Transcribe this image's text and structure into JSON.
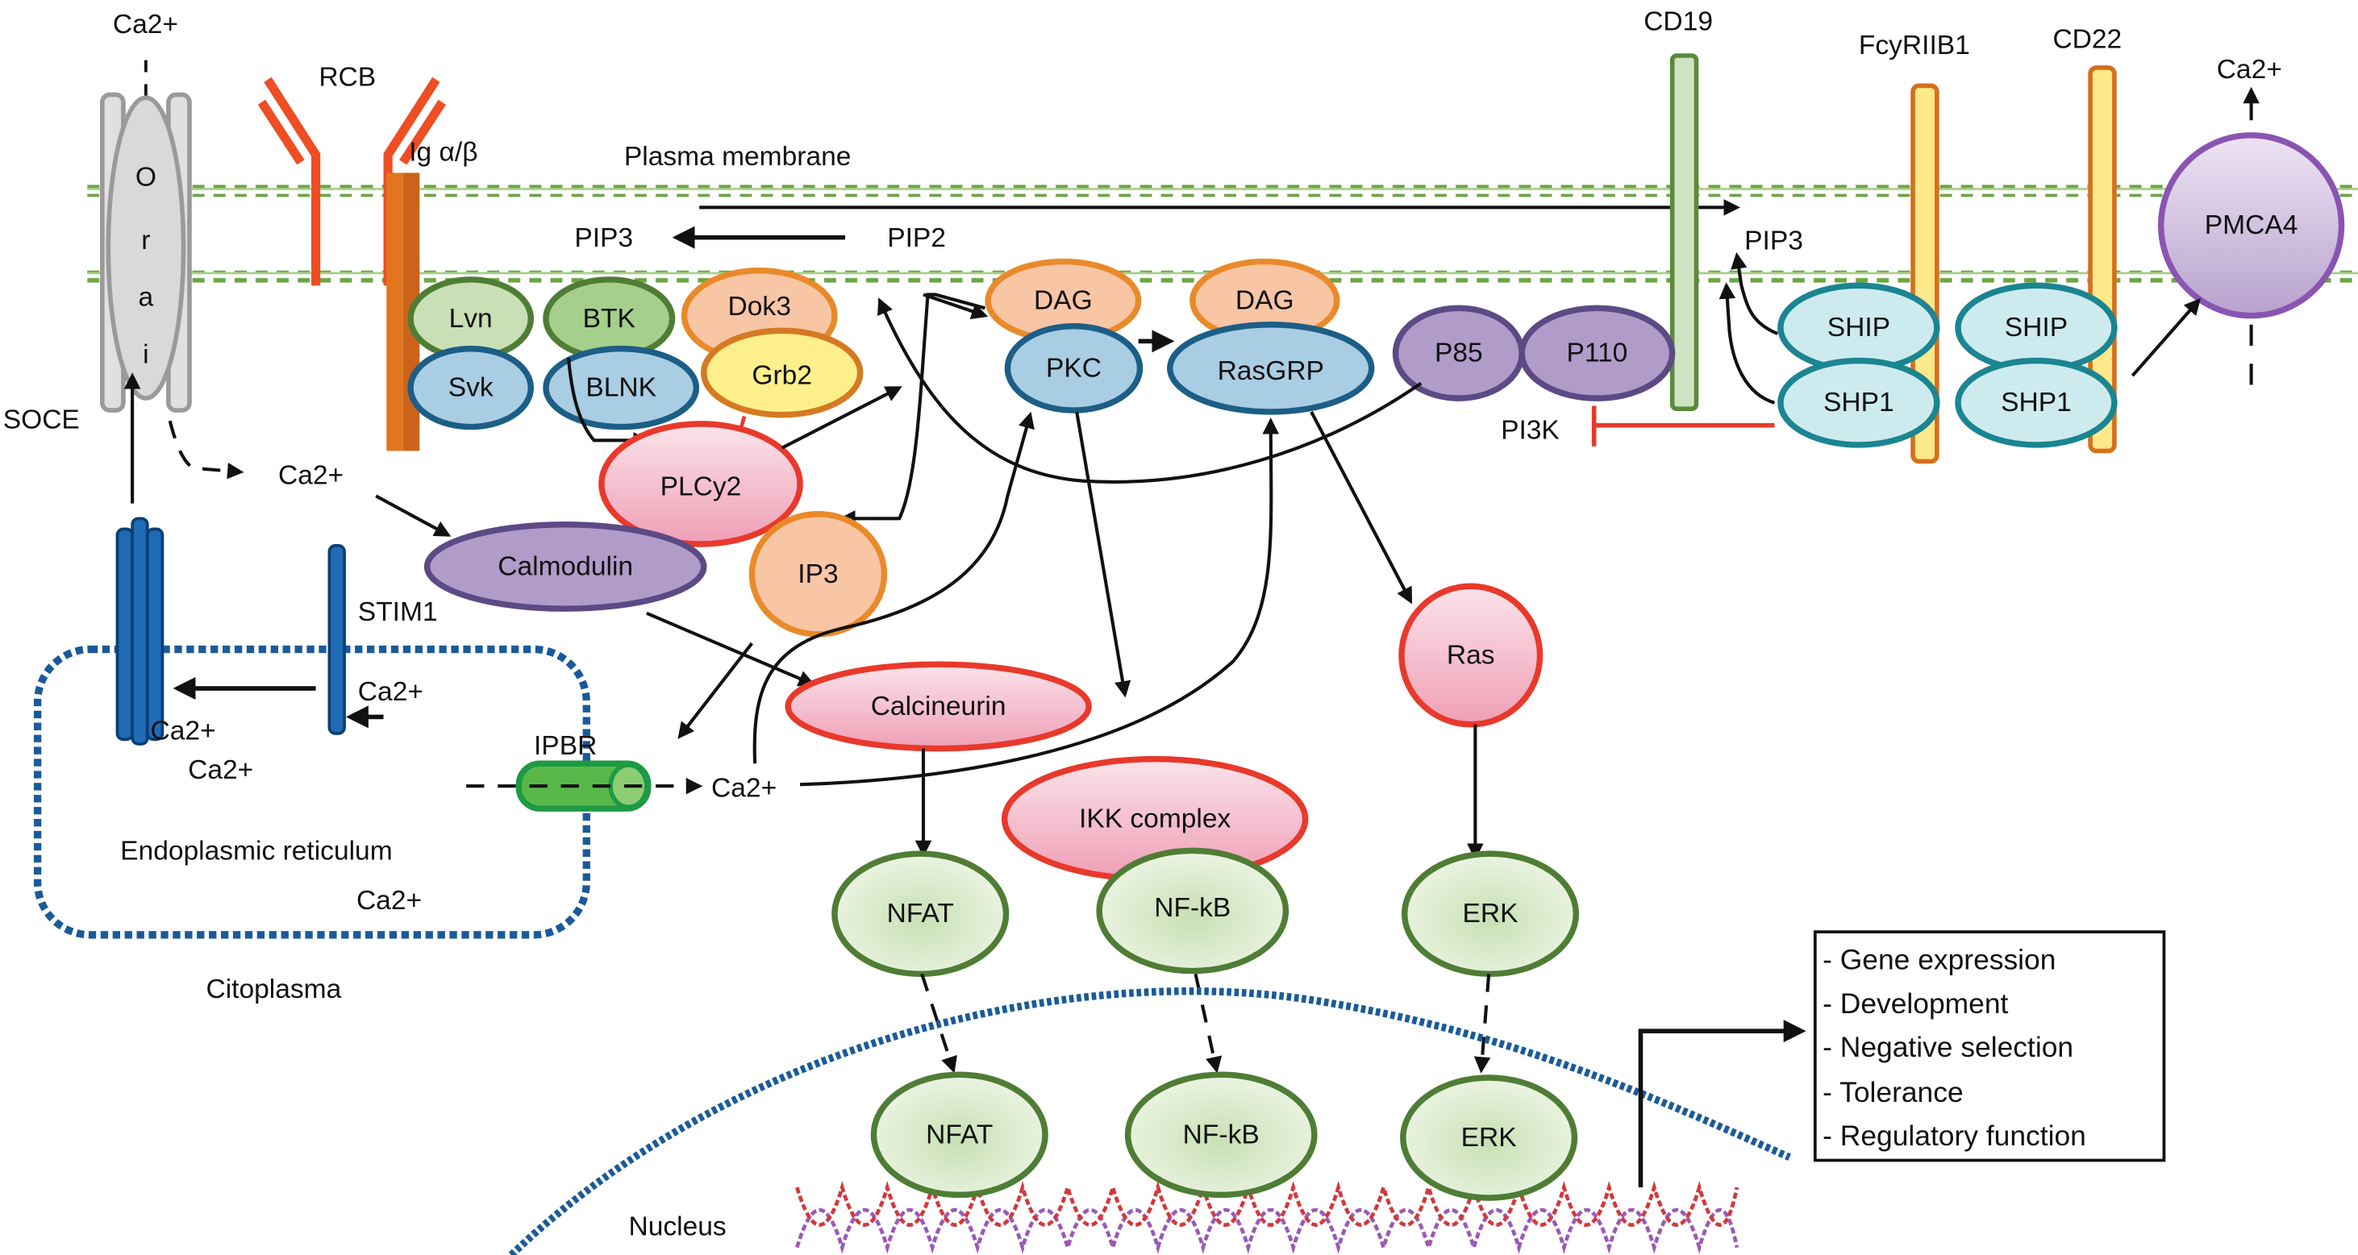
{
  "title": "B-cell receptor signaling pathway",
  "colors": {
    "membrane": "#6da544",
    "er_membrane": "#1a5a9a",
    "nucleus_membrane": "#1a5a9a",
    "inhibition": "#e8392b",
    "receptor_red": "#ef4d23",
    "ig_orange": "#e2761f"
  },
  "compartments": {
    "plasma_membrane": "Plasma membrane",
    "endoplasmic_reticulum": "Endoplasmic reticulum",
    "cytoplasm": "Citoplasma",
    "nucleus": "Nucleus"
  },
  "labels": {
    "ca_top_left": "Ca2+",
    "rcb": "RCB",
    "ig_alpha_beta": "Ig α/β",
    "pip3_left": "PIP3",
    "pip2": "PIP2",
    "pip3_right": "PIP3",
    "soce": "SOCE",
    "ca_cytosol": "Ca2+",
    "stim1": "STIM1",
    "ca_er_1": "Ca2+",
    "ca_er_2": "Ca2+",
    "ca_er_3": "Ca2+",
    "ca_er_4": "Ca2+",
    "ipbr": "IPBR",
    "ca_ipbr": "Ca2+",
    "cd19": "CD19",
    "fcyriib1": "FcyRIIB1",
    "cd22": "CD22",
    "ca_top_right": "Ca2+",
    "pi3k": "PI3K",
    "orai": [
      "O",
      "r",
      "a",
      "i"
    ]
  },
  "nodes": {
    "lvn": "Lvn",
    "btk": "BTK",
    "dok3": "Dok3",
    "svk": "Svk",
    "blnk": "BLNK",
    "grb2": "Grb2",
    "plcy2": "PLCy2",
    "dag1": "DAG",
    "pkc": "PKC",
    "dag2": "DAG",
    "rasgrp": "RasGRP",
    "p85": "P85",
    "p110": "P110",
    "ship1": "SHIP",
    "ship2": "SHIP",
    "shp1_1": "SHP1",
    "shp1_2": "SHP1",
    "pmca4": "PMCA4",
    "calmodulin": "Calmodulin",
    "ip3": "IP3",
    "calcineurin": "Calcineurin",
    "ikk": "IKK complex",
    "ras": "Ras",
    "nfat_cyto": "NFAT",
    "nfkb_cyto": "NF-kB",
    "erk_cyto": "ERK",
    "nfat_nuc": "NFAT",
    "nfkb_nuc": "NF-kB",
    "erk_nuc": "ERK"
  },
  "outcomes": [
    "- Gene expression",
    "- Development",
    "- Negative selection",
    "- Tolerance",
    "- Regulatory function"
  ]
}
